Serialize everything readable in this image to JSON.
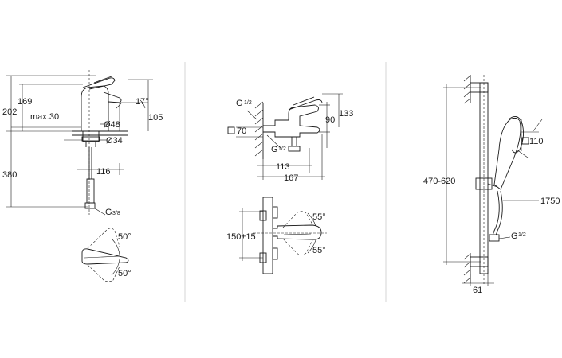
{
  "panel_basin": {
    "dims": {
      "d202": "202",
      "d169": "169",
      "d17deg": "17°",
      "d105": "105",
      "max30": "max.30",
      "d48": "Ø48",
      "d34": "Ø34",
      "d380": "380",
      "d116": "116",
      "g_letter": "G",
      "g_fraction": "3/8",
      "angle_top": "50°",
      "angle_bottom": "50°"
    }
  },
  "panel_bath": {
    "dims": {
      "g_letter_top": "G",
      "g_fraction_top": "1/2",
      "square70": "70",
      "d90": "90",
      "d133": "133",
      "g_letter_bottom": "G",
      "g_fraction_bottom": "1/2",
      "d113": "113",
      "d167": "167",
      "d150": "150±15",
      "angle_top": "55°",
      "angle_bottom": "55°"
    }
  },
  "panel_shower": {
    "dims": {
      "range": "470-620",
      "square110": "110",
      "hose": "1750",
      "g_letter": "G",
      "g_fraction": "1/2",
      "d61": "61"
    }
  },
  "colors": {
    "line": "#1a1a1a",
    "separator": "#d6d6d6",
    "background": "#ffffff"
  }
}
